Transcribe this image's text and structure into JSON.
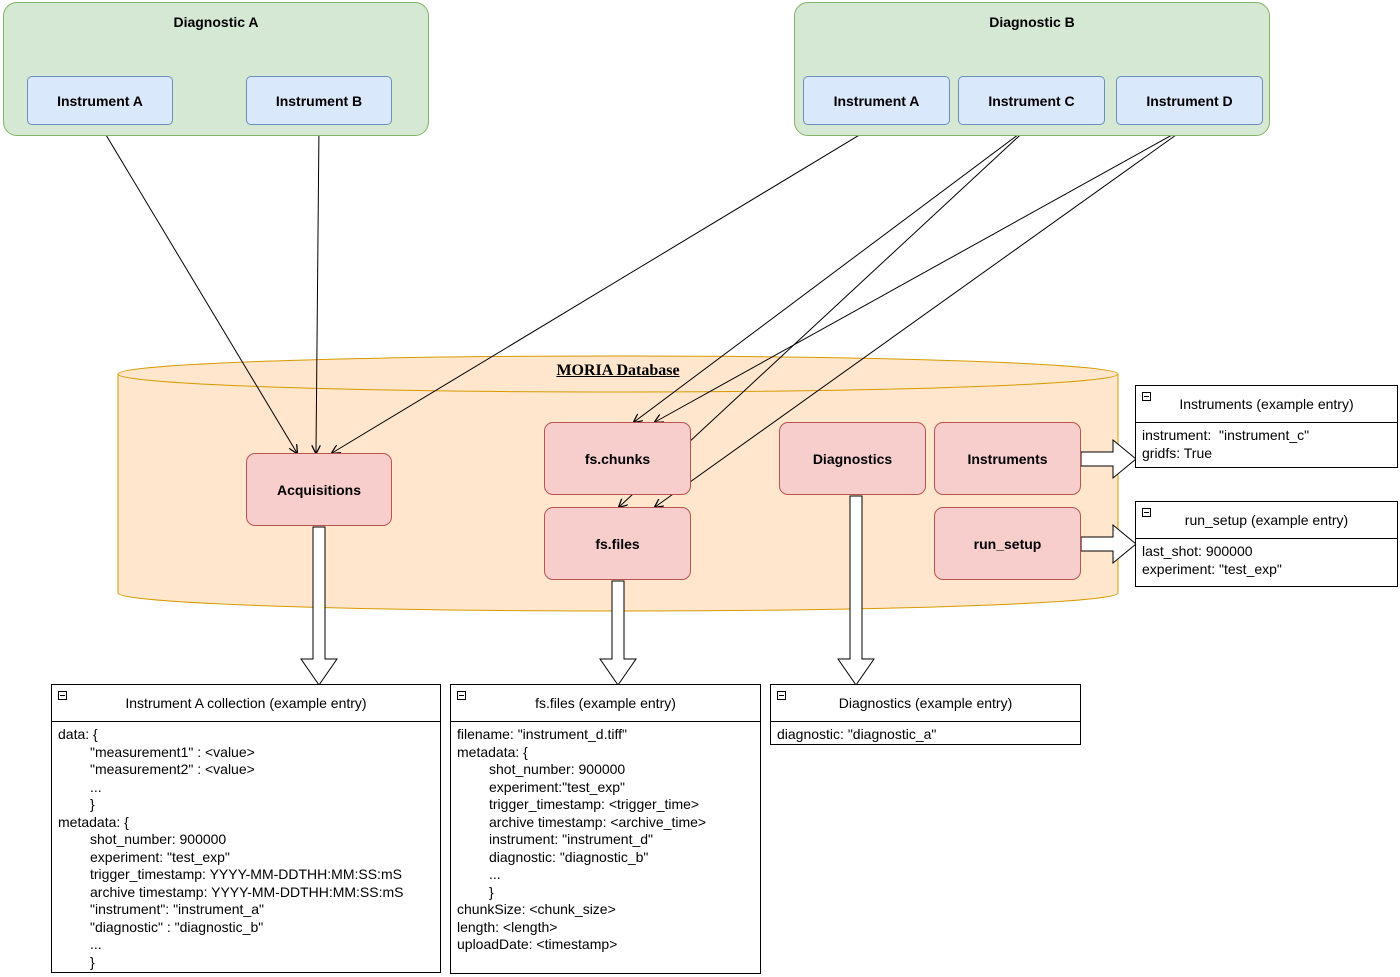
{
  "groups": {
    "diagnostic_a": {
      "title": "Diagnostic A",
      "instruments": [
        "Instrument A",
        "Instrument B"
      ]
    },
    "diagnostic_b": {
      "title": "Diagnostic B",
      "instruments": [
        "Instrument A",
        "Instrument C",
        "Instrument D"
      ]
    }
  },
  "database": {
    "title": "MORIA Database",
    "collections": {
      "acquisitions": "Acquisitions",
      "fs_chunks": "fs.chunks",
      "fs_files": "fs.files",
      "diagnostics": "Diagnostics",
      "instruments": "Instruments",
      "run_setup": "run_setup"
    }
  },
  "entries": {
    "instrument_a_collection": {
      "title": "Instrument A collection (example entry)",
      "lines": [
        {
          "text": "data: {",
          "indent": 0
        },
        {
          "text": "\"measurement1\" : <value>",
          "indent": 1
        },
        {
          "text": "\"measurement2\" : <value>",
          "indent": 1
        },
        {
          "text": "...",
          "indent": 1
        },
        {
          "text": "}",
          "indent": 1
        },
        {
          "text": "metadata: {",
          "indent": 0
        },
        {
          "text": "shot_number: 900000",
          "indent": 1
        },
        {
          "text": "experiment: \"test_exp\"",
          "indent": 1
        },
        {
          "text": "trigger_timestamp: YYYY-MM-DDTHH:MM:SS:mS",
          "indent": 1
        },
        {
          "text": "archive timestamp: YYYY-MM-DDTHH:MM:SS:mS",
          "indent": 1
        },
        {
          "text": "\"instrument\": \"instrument_a\"",
          "indent": 1
        },
        {
          "text": "\"diagnostic\" : \"diagnostic_b\"",
          "indent": 1
        },
        {
          "text": "...",
          "indent": 1
        },
        {
          "text": "}",
          "indent": 1
        }
      ]
    },
    "fs_files": {
      "title": "fs.files (example entry)",
      "lines": [
        {
          "text": "filename: \"instrument_d.tiff\"",
          "indent": 0
        },
        {
          "text": "metadata: {",
          "indent": 0
        },
        {
          "text": "shot_number: 900000",
          "indent": 1
        },
        {
          "text": "experiment:\"test_exp\"",
          "indent": 1
        },
        {
          "text": "trigger_timestamp: <trigger_time>",
          "indent": 1
        },
        {
          "text": "archive timestamp: <archive_time>",
          "indent": 1
        },
        {
          "text": "instrument: \"instrument_d\"",
          "indent": 1
        },
        {
          "text": "diagnostic: \"diagnostic_b\"",
          "indent": 1
        },
        {
          "text": "...",
          "indent": 1
        },
        {
          "text": "}",
          "indent": 1
        },
        {
          "text": "chunkSize: <chunk_size>",
          "indent": 0
        },
        {
          "text": "length: <length>",
          "indent": 0
        },
        {
          "text": "uploadDate: <timestamp>",
          "indent": 0
        }
      ]
    },
    "diagnostics": {
      "title": "Diagnostics (example entry)",
      "lines": [
        {
          "text": "diagnostic: \"diagnostic_a\"",
          "indent": 0
        }
      ]
    },
    "instruments": {
      "title": "Instruments (example entry)",
      "lines": [
        {
          "text": "instrument:  \"instrument_c\"",
          "indent": 0
        },
        {
          "text": "gridfs: True",
          "indent": 0
        }
      ]
    },
    "run_setup": {
      "title": "run_setup (example entry)",
      "lines": [
        {
          "text": "last_shot: 900000",
          "indent": 0
        },
        {
          "text": "experiment: \"test_exp\"",
          "indent": 0
        }
      ]
    }
  },
  "colors": {
    "group_fill": "#d5e8d4",
    "group_stroke": "#82b366",
    "instrument_fill": "#dae8fc",
    "instrument_stroke": "#6c8ebf",
    "collection_fill": "#f8cecc",
    "collection_stroke": "#b85450",
    "database_fill": "#ffe6cc",
    "database_stroke": "#d79b00"
  }
}
